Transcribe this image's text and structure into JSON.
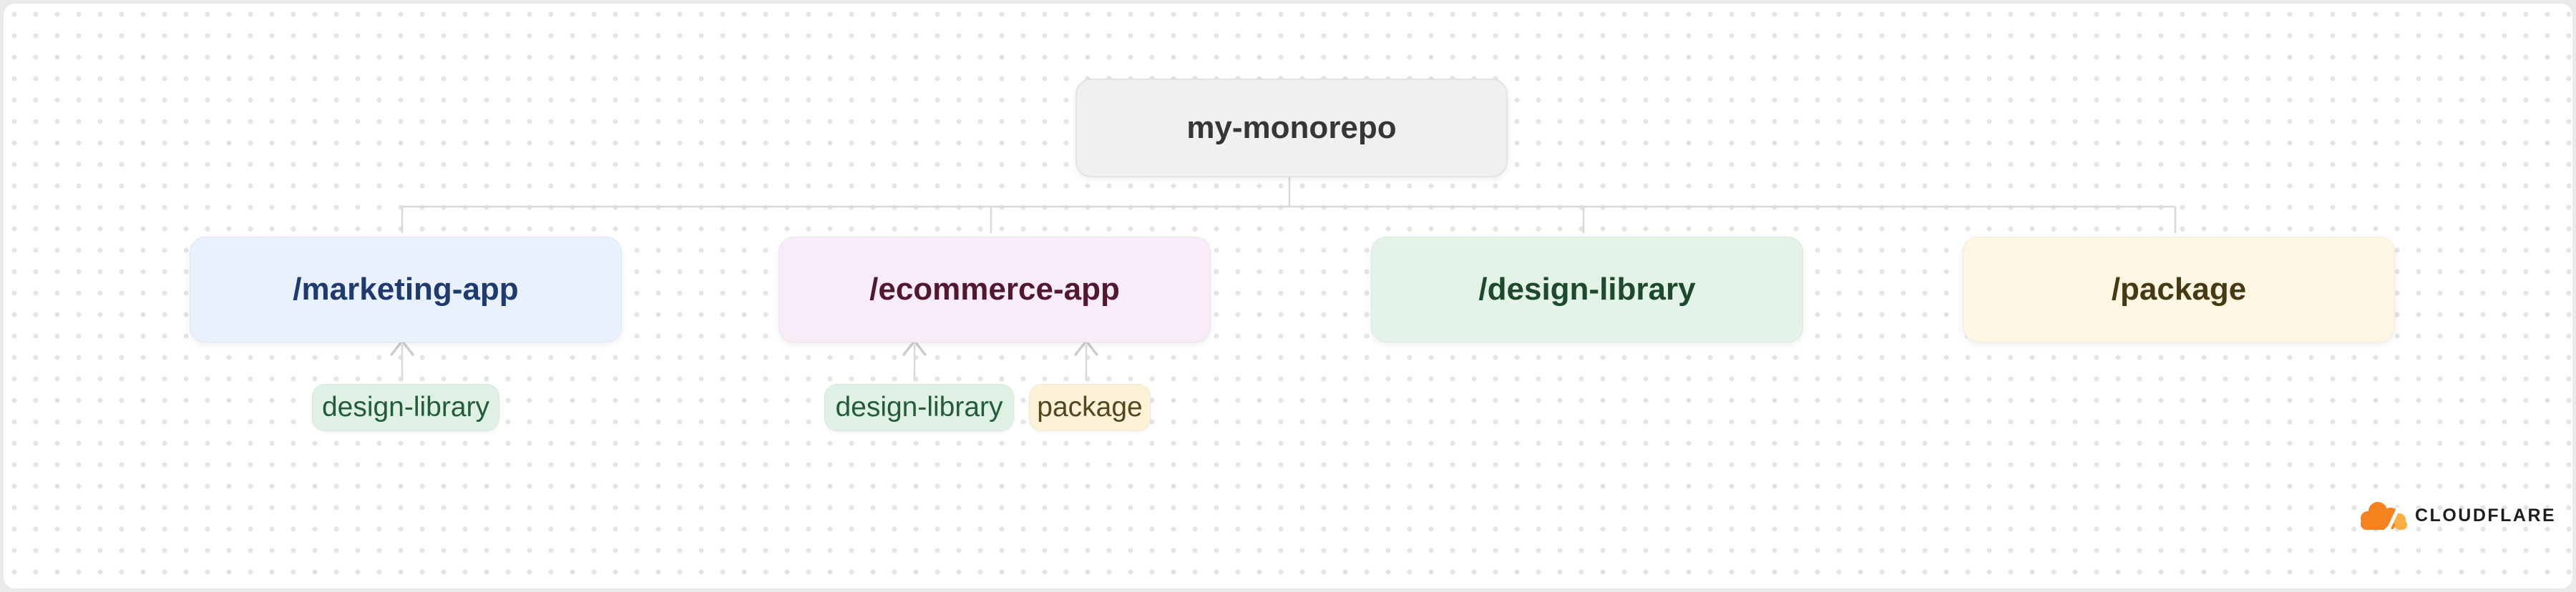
{
  "diagram": {
    "root": {
      "label": "my-monorepo"
    },
    "children": [
      {
        "id": "marketing-app",
        "label": "/marketing-app",
        "dependencies": [
          "design-library"
        ]
      },
      {
        "id": "ecommerce-app",
        "label": "/ecommerce-app",
        "dependencies": [
          "design-library",
          "package"
        ]
      },
      {
        "id": "design-library",
        "label": "/design-library",
        "dependencies": []
      },
      {
        "id": "package",
        "label": "/package",
        "dependencies": []
      }
    ]
  },
  "logo": {
    "wordmark": "CLOUDFLARE"
  },
  "theme": {
    "frame_bg": "#eaeaec",
    "canvas_bg": "#ffffff",
    "dot_color": "#e4e4e7",
    "line_color": "#d9d9da",
    "arrow_color": "#cdcdcd",
    "root_bg": "#f0f0f0",
    "root_border": "#e3e3e3",
    "root_text": "#363636",
    "blue_bg": "#e8f1fc",
    "blue_text": "#1e3a6e",
    "pink_bg": "#f7ecf8",
    "pink_text": "#531732",
    "green_bg": "#e3f3e7",
    "green_text": "#1d4a2c",
    "yellow_bg": "#fdf6e2",
    "yellow_text": "#453a13",
    "tag_green_bg": "#def1e4",
    "tag_green_text": "#235c38",
    "tag_yellow_bg": "#fbf2d8",
    "tag_yellow_text": "#55471c",
    "cf_orange": "#f6821f",
    "cf_orange_light": "#fbad41",
    "cf_text": "#1d1d1d"
  }
}
